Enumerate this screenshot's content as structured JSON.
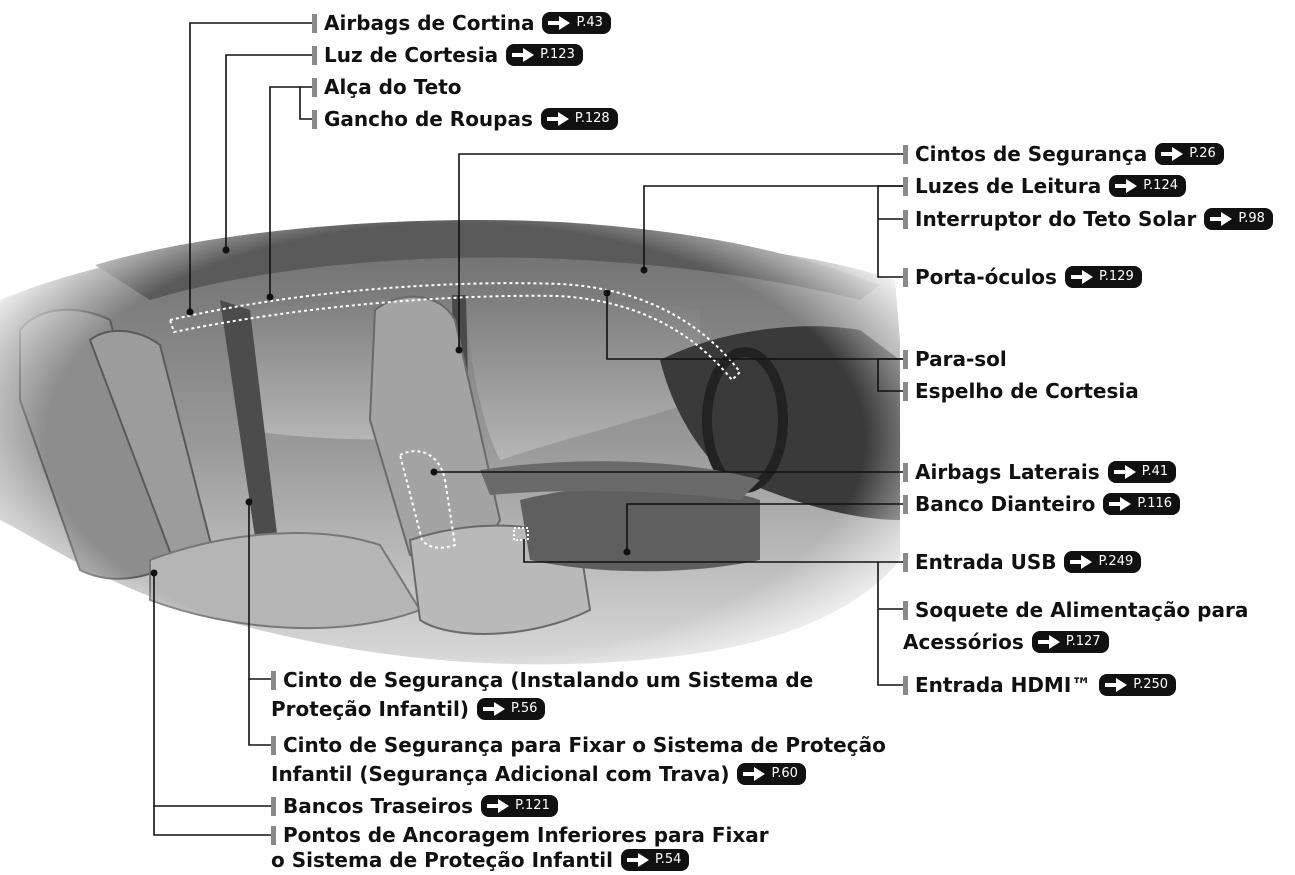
{
  "labels": {
    "airbags_cortina": {
      "text": "Airbags de Cortina",
      "ref": "P.43"
    },
    "luz_cortesia": {
      "text": "Luz de Cortesia",
      "ref": "P.123"
    },
    "alca_teto": {
      "text": "Alça do Teto"
    },
    "gancho_roupas": {
      "text": "Gancho de Roupas",
      "ref": "P.128"
    },
    "cintos_seguranca": {
      "text": "Cintos de Segurança",
      "ref": "P.26"
    },
    "luzes_leitura": {
      "text": "Luzes de Leitura",
      "ref": "P.124"
    },
    "interruptor_teto_solar": {
      "text": "Interruptor do Teto Solar",
      "ref": "P.98"
    },
    "porta_oculos": {
      "text": "Porta-óculos",
      "ref": "P.129"
    },
    "para_sol": {
      "text": "Para-sol"
    },
    "espelho_cortesia": {
      "text": "Espelho de Cortesia"
    },
    "airbags_laterais": {
      "text": "Airbags Laterais",
      "ref": "P.41"
    },
    "banco_dianteiro": {
      "text": "Banco Dianteiro",
      "ref": "P.116"
    },
    "entrada_usb": {
      "text": "Entrada USB",
      "ref": "P.249"
    },
    "soquete": {
      "line1": "Soquete de Alimentação para",
      "line2": "Acessórios",
      "ref": "P.127"
    },
    "entrada_hdmi": {
      "text": "Entrada HDMI™",
      "ref": "P.250"
    },
    "cinto_instalando": {
      "line1": "Cinto de Segurança (Instalando um Sistema de",
      "line2": "Proteção Infantil)",
      "ref": "P.56"
    },
    "cinto_fixar": {
      "line1": "Cinto de Segurança para Fixar o Sistema de Proteção",
      "line2": "Infantil (Segurança Adicional com Trava)",
      "ref": "P.60"
    },
    "bancos_traseiros": {
      "text": "Bancos Traseiros",
      "ref": "P.121"
    },
    "pontos_ancoragem": {
      "line1": "Pontos de Ancoragem Inferiores para Fixar",
      "line2": "o Sistema de Proteção Infantil",
      "ref": "P.54"
    }
  },
  "colors": {
    "marker": "#8a8a8a",
    "badge": "#111111",
    "leader": "#111111"
  },
  "icons": {
    "reference": "arrow-right-icon"
  }
}
